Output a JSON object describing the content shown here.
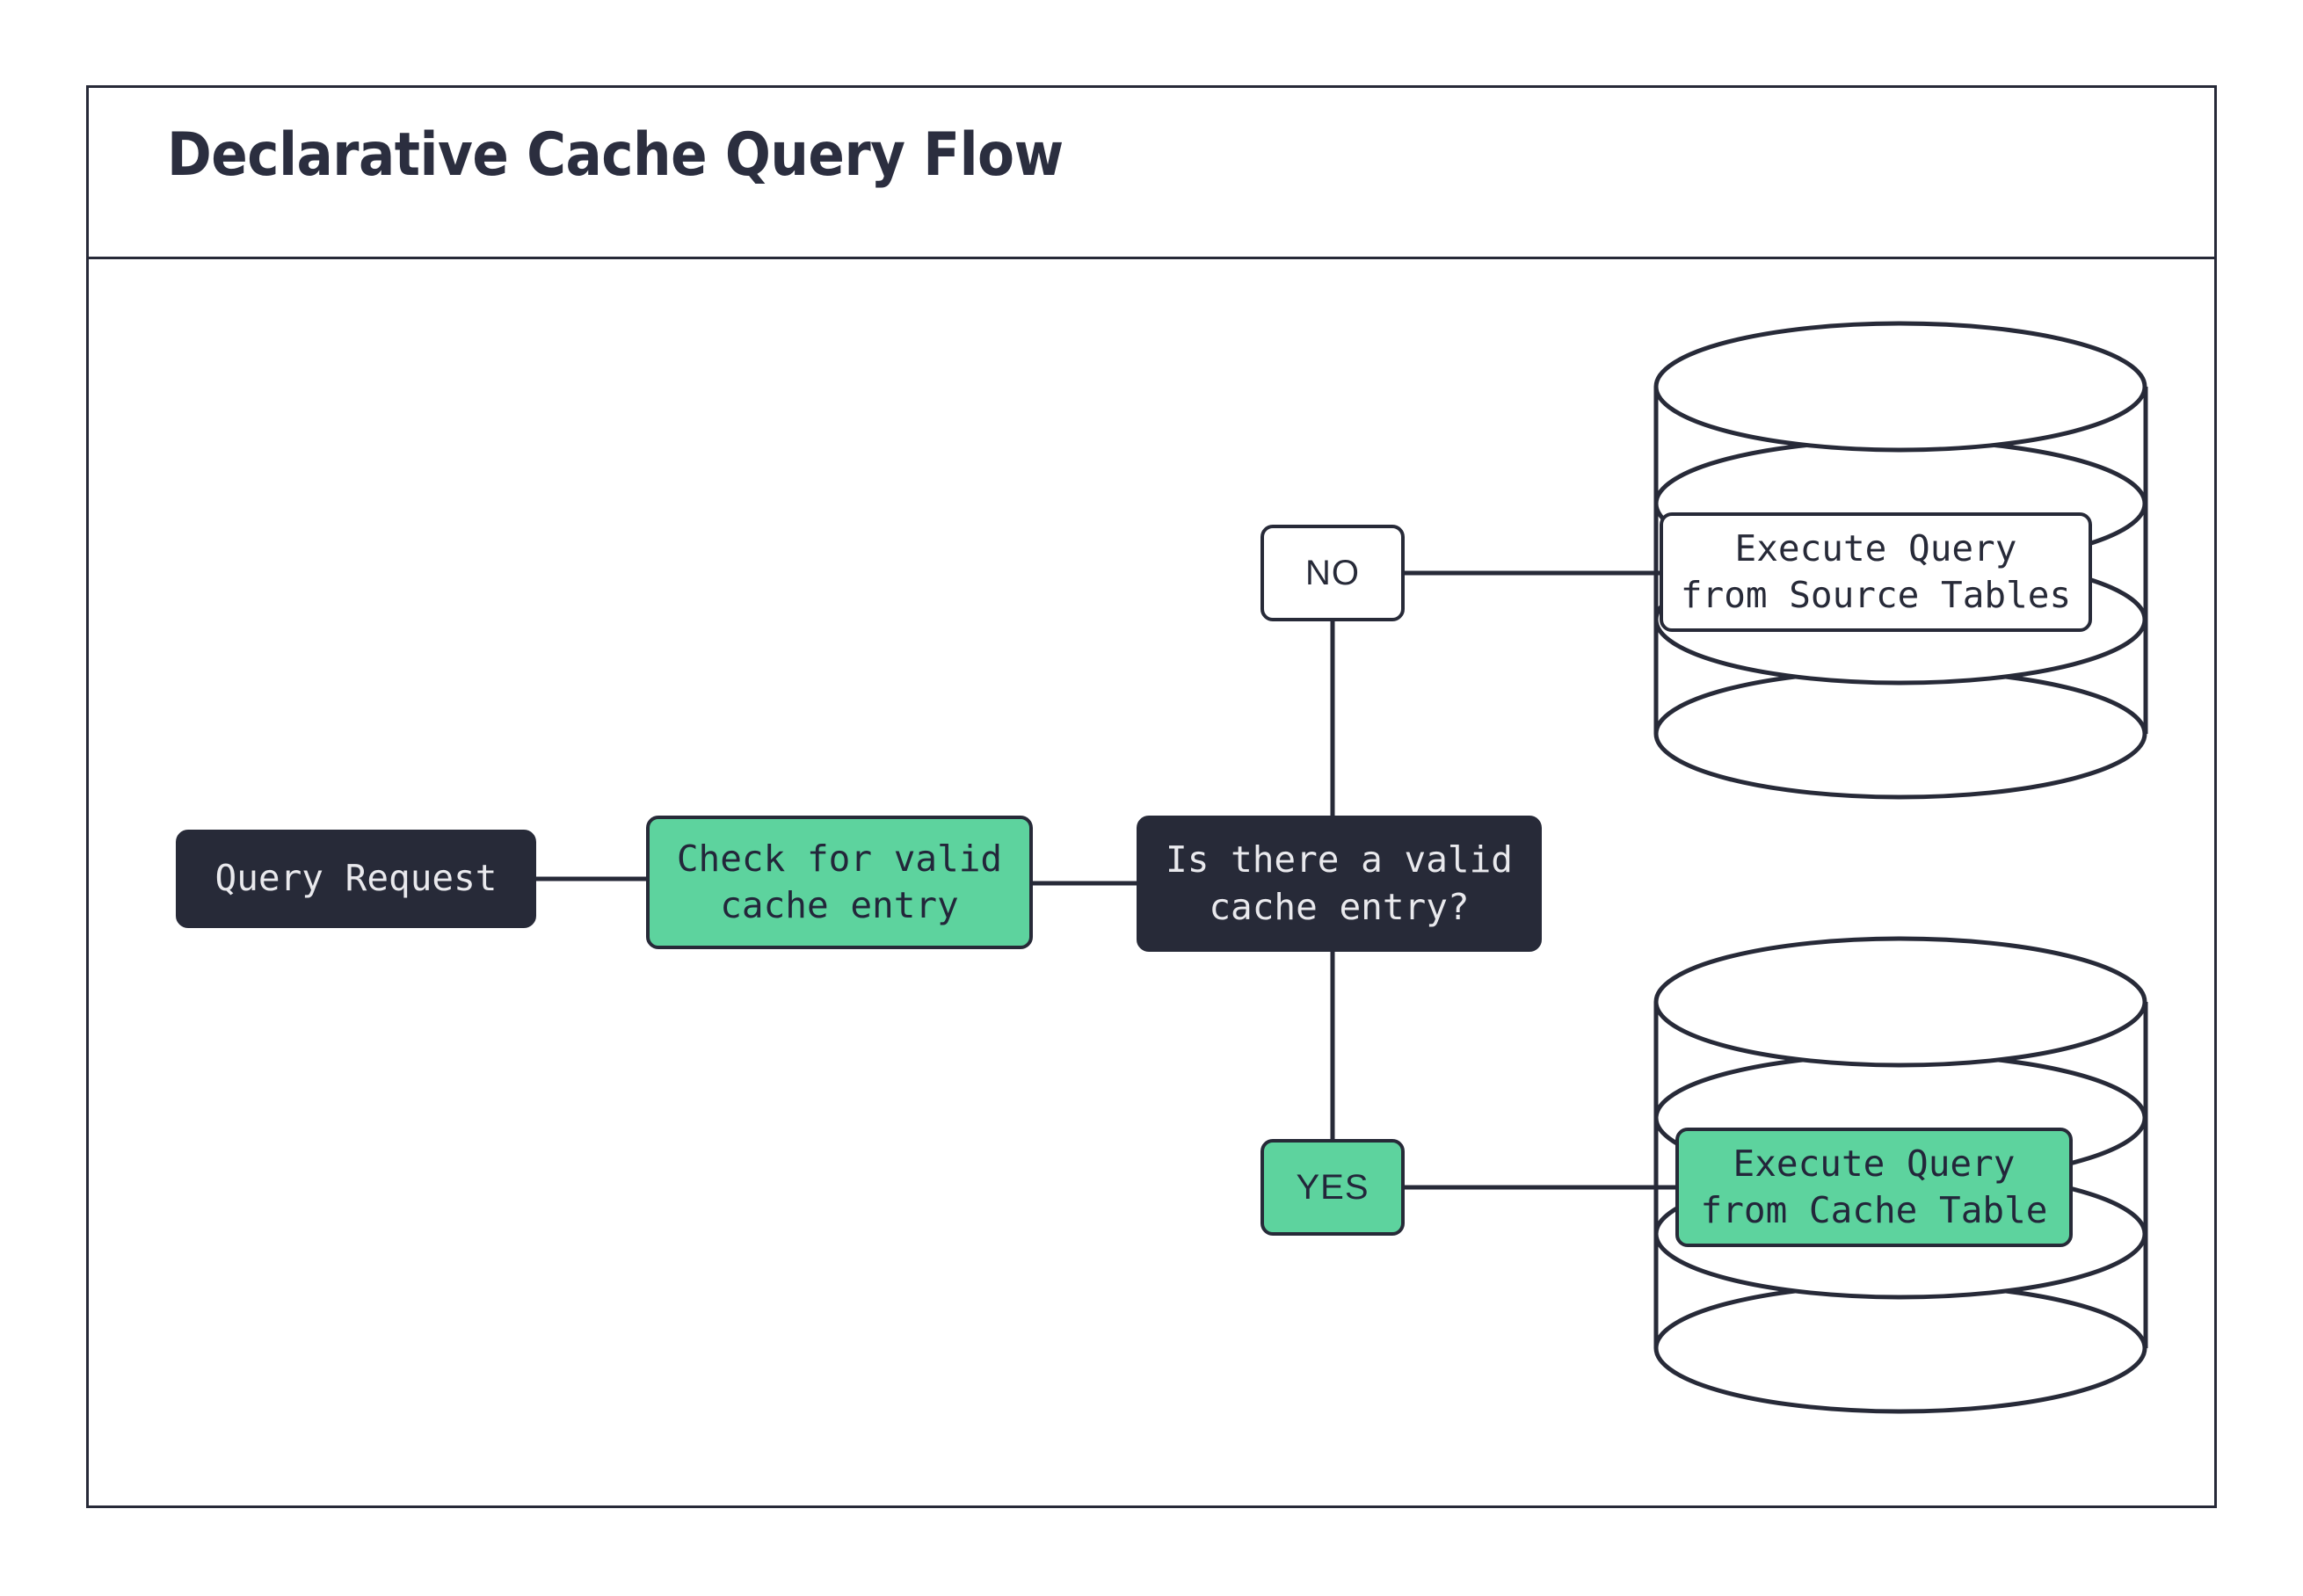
{
  "document": {
    "title": "Declarative Cache Query Flow",
    "type": "flowchart"
  },
  "colors": {
    "ink": "#272a38",
    "accent_green": "#5dd39e",
    "dark_fill": "#272a38",
    "light_text": "#e9e9ed",
    "page_background": "#ffffff"
  },
  "nodes": {
    "query_request": {
      "label": "Query Request",
      "shape": "rounded-rect",
      "style": "dark"
    },
    "check_cache": {
      "label": "Check for valid\ncache entry",
      "shape": "rounded-rect",
      "style": "green"
    },
    "decision": {
      "label": "Is there a valid\ncache entry?",
      "shape": "rounded-rect",
      "style": "dark"
    },
    "execute_source": {
      "label": "Execute Query\nfrom Source Tables",
      "shape": "rounded-rect-on-database",
      "style": "white"
    },
    "execute_cache": {
      "label": "Execute Query\nfrom Cache Table",
      "shape": "rounded-rect-on-database",
      "style": "green"
    }
  },
  "edge_labels": {
    "no": {
      "text": "NO",
      "style": "white"
    },
    "yes": {
      "text": "YES",
      "style": "green"
    }
  },
  "databases": {
    "source_tables": {
      "name": "source-tables-database-cylinder",
      "disks": 3
    },
    "cache_table": {
      "name": "cache-table-database-cylinder",
      "disks": 3
    }
  },
  "edges": [
    {
      "from": "query_request",
      "to": "check_cache",
      "label": ""
    },
    {
      "from": "check_cache",
      "to": "decision",
      "label": ""
    },
    {
      "from": "decision",
      "to": "execute_source",
      "label": "NO"
    },
    {
      "from": "decision",
      "to": "execute_cache",
      "label": "YES"
    }
  ]
}
